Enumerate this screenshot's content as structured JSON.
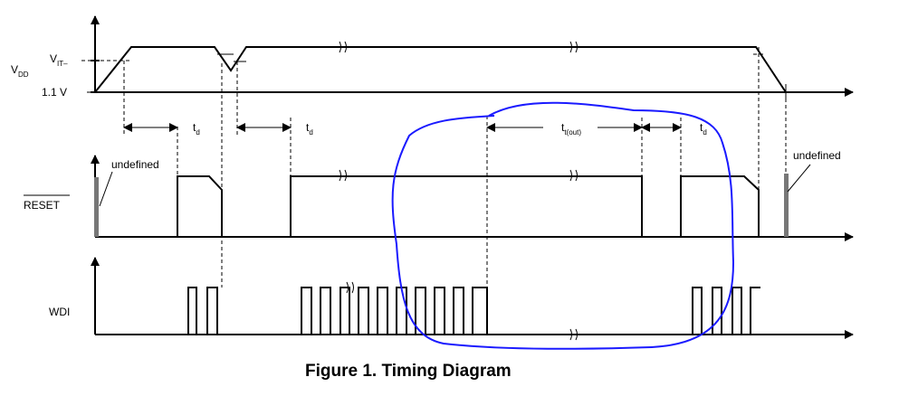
{
  "signals": {
    "vdd": {
      "main": "V",
      "sub": "DD"
    },
    "vit": {
      "main": "V",
      "sub": "IT–"
    },
    "v11": "1.1 V",
    "reset": "RESET",
    "wdi": "WDI"
  },
  "annotations": {
    "undefined_left": "undefined",
    "undefined_right": "undefined",
    "td": {
      "main": "t",
      "sub": "d"
    },
    "tout": {
      "main": "t",
      "sub": "t(out)"
    }
  },
  "caption": "Figure 1.  Timing Diagram",
  "colors": {
    "line": "#000000",
    "annotation": "#1a1aff",
    "undefined_bar": "#777777"
  }
}
